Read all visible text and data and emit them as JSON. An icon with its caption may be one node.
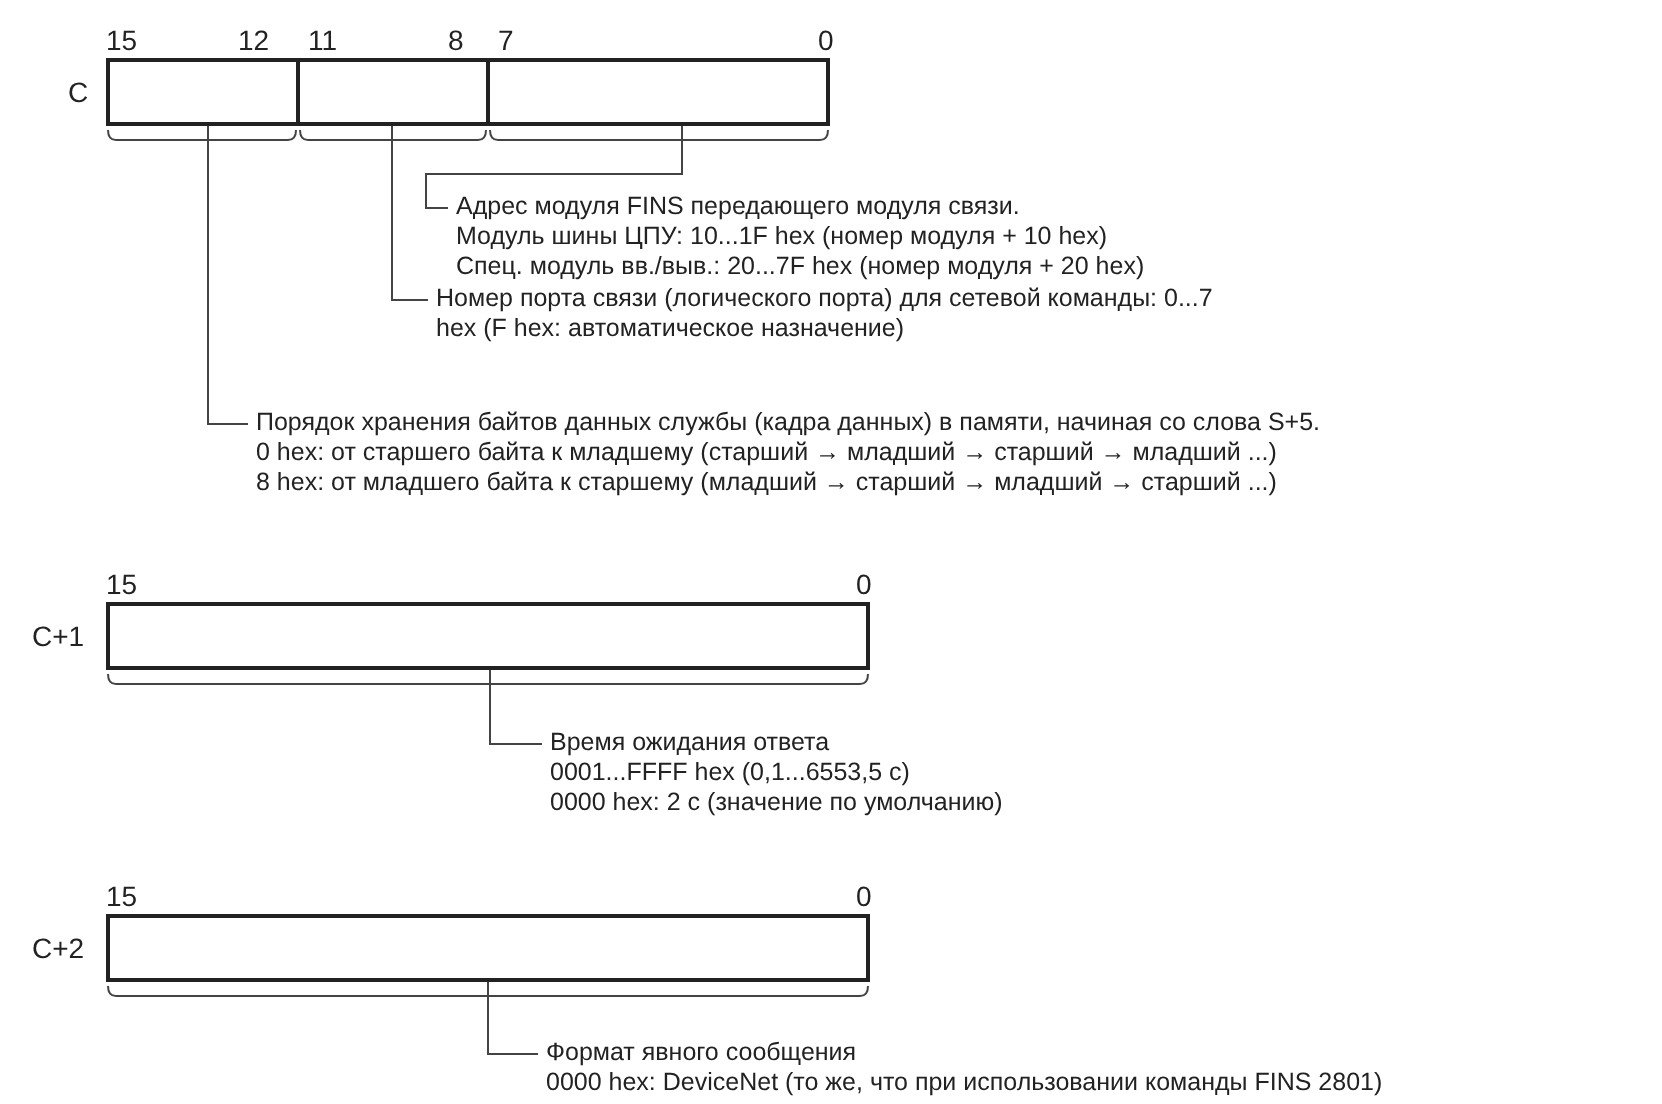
{
  "diagram": {
    "nodes": [
      {
        "text": [],
        "shape": "box"
      },
      {
        "text": [],
        "shape": "box"
      },
      {
        "text": [],
        "shape": "box"
      },
      {
        "text": [
          "Адрес модуля FINS передающего модуля связи.",
          "Модуль шины ЦПУ: 10...1F hex (номер модуля + 10 hex)",
          "Спец. модуль вв./выв.: 20...7F hex (номер модуля + 20 hex)"
        ]
      },
      {
        "text": [
          "Номер порта связи (логического порта) для сетевой команды: 0...7 hex (F hex: автоматическое назначение)"
        ]
      },
      {
        "text": [
          "Порядок хранения байтов данных службы (кадра данных) в памяти, начиная со слова S+5.",
          "0 hex: от старшего байта к младшему (старший → младший → старший → младший ...)",
          "8 hex: от младшего байта к старшему (младший → старший → младший → старший ...)"
        ]
      },
      {
        "text": [],
        "shape": "box"
      },
      {
        "text": [
          "Время ожидания ответа",
          "0001...FFFF hex (0,1...6553,5 с)",
          "0000 hex: 2 с (значение по умолчанию)"
        ]
      },
      {
        "text": [],
        "shape": "box"
      },
      {
        "text": [
          "Формат явного сообщения",
          "0000 hex: DeviceNet (то же, что при использовании команды FINS 2801)"
        ]
      }
    ],
    "edges": [
      {
        "from": 3,
        "to": 2,
        "arrow": "none"
      },
      {
        "from": 4,
        "to": 1,
        "arrow": "none"
      },
      {
        "from": 5,
        "to": 0,
        "arrow": "none"
      },
      {
        "from": 7,
        "to": 6,
        "arrow": "none"
      },
      {
        "from": 9,
        "to": 8,
        "arrow": "none"
      }
    ],
    "labels": [
      "15",
      "12",
      "11",
      "8",
      "7",
      "0",
      "C",
      "15",
      "0",
      "C+1",
      "15",
      "0",
      "C+2"
    ]
  }
}
